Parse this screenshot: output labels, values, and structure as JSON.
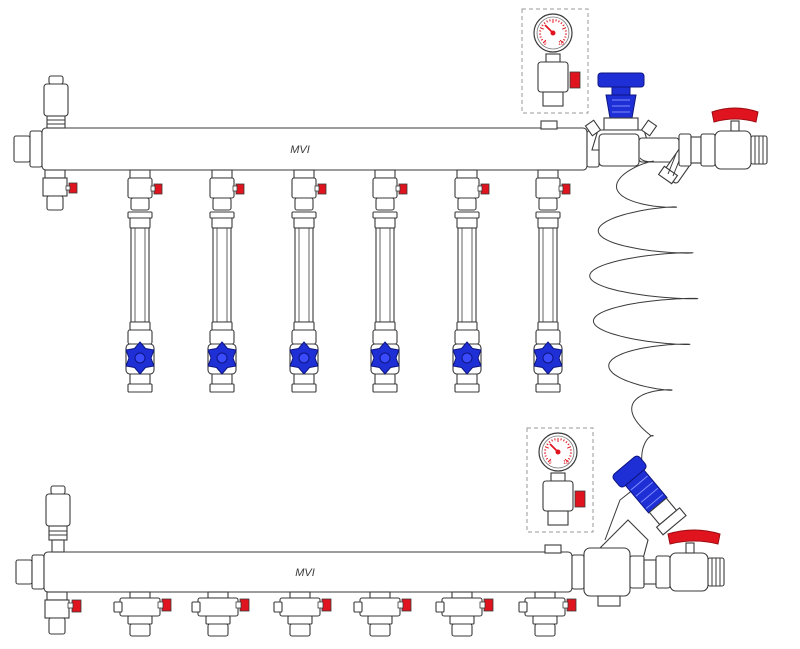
{
  "manifolds": {
    "supply_logo": "MVI",
    "return_logo": "MVI"
  },
  "gauges": {
    "upper": {
      "scale_min": "0",
      "scale_max": "10"
    },
    "lower": {
      "scale_min": "0",
      "scale_max": "10"
    }
  },
  "colors": {
    "outline": "#3a3a3a",
    "blue_valve": "#1f2fd6",
    "red_handle": "#e0141e",
    "gauge_red": "#e0141e"
  },
  "icons": {
    "vent": "air-vent-icon",
    "drain": "drain-valve-icon",
    "flow_meter": "flow-meter-icon",
    "lockshield": "lockshield-valve-icon",
    "gauge": "pressure-gauge-icon",
    "ball_valve": "ball-valve-icon",
    "strainer": "y-strainer-icon",
    "balancing_valve": "balancing-valve-icon"
  }
}
